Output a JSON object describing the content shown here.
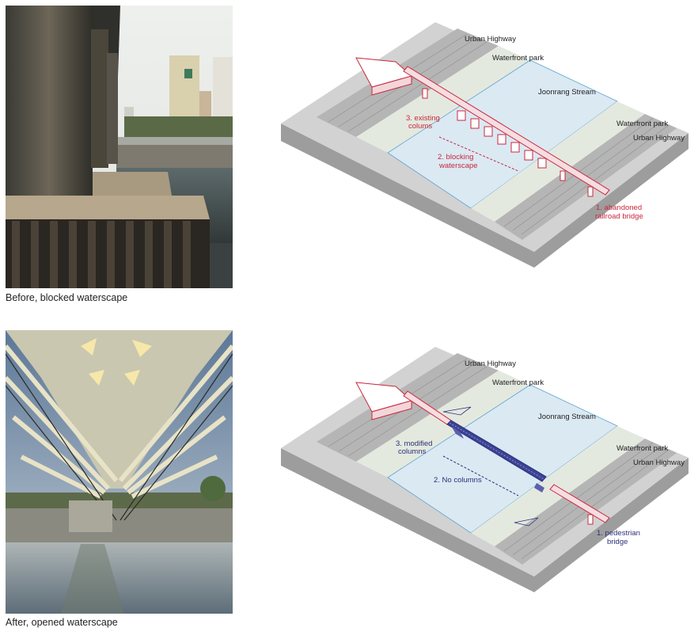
{
  "before": {
    "caption": "Before, blocked waterscape",
    "photo_icon": "bridge-underside-photo"
  },
  "after": {
    "caption": "After, opened waterscape",
    "photo_icon": "pedestrian-bridge-photo"
  },
  "diagram_before": {
    "labels": {
      "urban_highway_top": "Urban Highway",
      "waterfront_park_top": "Waterfront park",
      "stream": "Joonrang Stream",
      "waterfront_park_bottom": "Waterfront park",
      "urban_highway_bottom": "Urban Highway"
    },
    "callouts": {
      "c3_line1": "3. existing",
      "c3_line2": "colums",
      "c2_line1": "2. blocking",
      "c2_line2": "waterscape",
      "c1_line1": "1. abandoned",
      "c1_line2": "railroad bridge"
    }
  },
  "diagram_after": {
    "labels": {
      "urban_highway_top": "Urban Highway",
      "waterfront_park_top": "Waterfront park",
      "stream": "Joonrang Stream",
      "waterfront_park_bottom": "Waterfront park",
      "urban_highway_bottom": "Urban Highway"
    },
    "callouts": {
      "c3_line1": "3. modified",
      "c3_line2": "columns",
      "c2_line1": "2. No columns",
      "c1_line1": "1. pedestrian",
      "c1_line2": "bridge"
    }
  },
  "colors": {
    "red": "#c8283c",
    "blue": "#2b2f7a",
    "water": "#dbe9f3",
    "park": "#e6ebe0",
    "road": "#b9b9b9",
    "ground": "#d2d2d2"
  }
}
